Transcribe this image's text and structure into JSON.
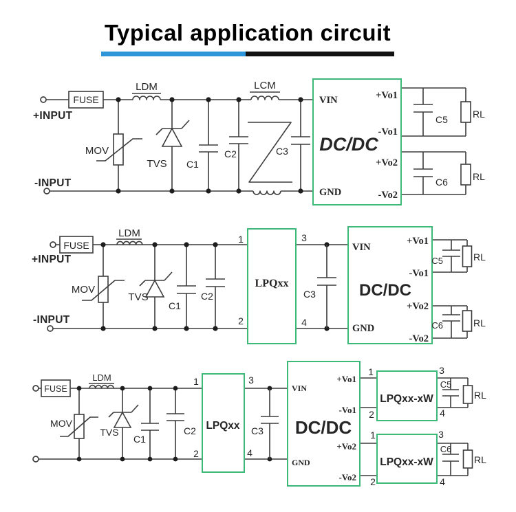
{
  "header": {
    "title": "Typical application circuit"
  },
  "colors": {
    "accent_blue": "#2e96d8",
    "underline_black": "#121212",
    "box_green": "#3cb878",
    "wire": "#3c3c3c"
  },
  "circuit1": {
    "plus_input": "+INPUT",
    "minus_input": "-INPUT",
    "fuse": "FUSE",
    "ldm": "LDM",
    "lcm": "LCM",
    "mov": "MOV",
    "tvs": "TVS",
    "c1": "C1",
    "c2": "C2",
    "c3": "C3",
    "converter": {
      "vin": "VIN",
      "gnd": "GND",
      "name": "DC/DC",
      "pvo1": "+Vo1",
      "nvo1": "-Vo1",
      "pvo2": "+Vo2",
      "nvo2": "-Vo2"
    },
    "c5": "C5",
    "c6": "C6",
    "rl1": "RL",
    "rl2": "RL"
  },
  "circuit2": {
    "plus_input": "+INPUT",
    "minus_input": "-INPUT",
    "fuse": "FUSE",
    "ldm": "LDM",
    "mov": "MOV",
    "tvs": "TVS",
    "c1": "C1",
    "c2": "C2",
    "c3": "C3",
    "filter": {
      "name": "LPQxx",
      "pin1": "1",
      "pin2": "2",
      "pin3": "3",
      "pin4": "4"
    },
    "converter": {
      "vin": "VIN",
      "gnd": "GND",
      "name": "DC/DC",
      "pvo1": "+Vo1",
      "nvo1": "-Vo1",
      "pvo2": "+Vo2",
      "nvo2": "-Vo2"
    },
    "c5": "C5",
    "c6": "C6",
    "rl1": "RL",
    "rl2": "RL"
  },
  "circuit3": {
    "fuse": "FUSE",
    "ldm": "LDM",
    "mov": "MOV",
    "tvs": "TVS",
    "c1": "C1",
    "c2": "C2",
    "c3": "C3",
    "filter": {
      "name": "LPQxx",
      "pin1": "1",
      "pin2": "2",
      "pin3": "3",
      "pin4": "4"
    },
    "converter": {
      "vin": "VIN",
      "gnd": "GND",
      "name": "DC/DC",
      "pvo1": "+Vo1",
      "nvo1": "-Vo1",
      "pvo2": "+Vo2",
      "nvo2": "-Vo2"
    },
    "module1": {
      "name": "LPQxx-xW",
      "pin1": "1",
      "pin2": "2",
      "pin3": "3",
      "pin4": "4"
    },
    "module2": {
      "name": "LPQxx-xW",
      "pin1": "1",
      "pin2": "2",
      "pin3": "3",
      "pin4": "4"
    },
    "c5": "C5",
    "c6": "C6",
    "rl1": "RL",
    "rl2": "RL"
  }
}
